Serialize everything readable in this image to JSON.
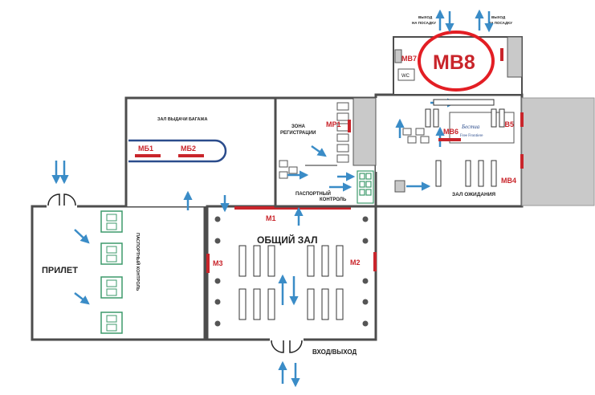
{
  "labels": {
    "arrivals": "ПРИЛЕТ",
    "passport_control_side": "ПАСПОРТНЫЙ КОНТРОЛЬ",
    "baggage_hall": "ЗАЛ ВЫДАЧИ БАГАЖА",
    "registration_zone_line1": "ЗОНА",
    "registration_zone_line2": "РЕГИСТРАЦИИ",
    "passport_control_line1": "ПАСПОРТНЫЙ",
    "passport_control_line2": "КОНТРОЛЬ",
    "main_hall": "ОБЩИЙ ЗАЛ",
    "waiting_hall": "ЗАЛ ОЖИДАНИЯ",
    "entrance_exit": "ВХОД/ВЫХОД",
    "boarding_exit_1_line1": "ВЫХОД",
    "boarding_exit_1_line2": "НА ПОСАДКУ",
    "boarding_exit_2_line1": "ВЫХОД",
    "boarding_exit_2_line2": "НА ПОСАДКУ",
    "wc": "WC",
    "duty_free_line1": "Бестиа",
    "duty_free_line2": "Free Frontiere"
  },
  "markers": {
    "m1": "М1",
    "m2": "М2",
    "m3": "М3",
    "mb1": "МБ1",
    "mb2": "МБ2",
    "mp1": "МР1",
    "mb4": "МВ4",
    "mb5": "МВ5",
    "mb6": "МВ6",
    "mb7": "МВ7",
    "mb8": "МВ8"
  },
  "colors": {
    "wall": "#4d4d4d",
    "arrow": "#3a8cc7",
    "marker": "#c9252b",
    "highlight_ring": "#e31e24",
    "counter": "#3d9a6b",
    "gate": "#c9c9c9"
  }
}
